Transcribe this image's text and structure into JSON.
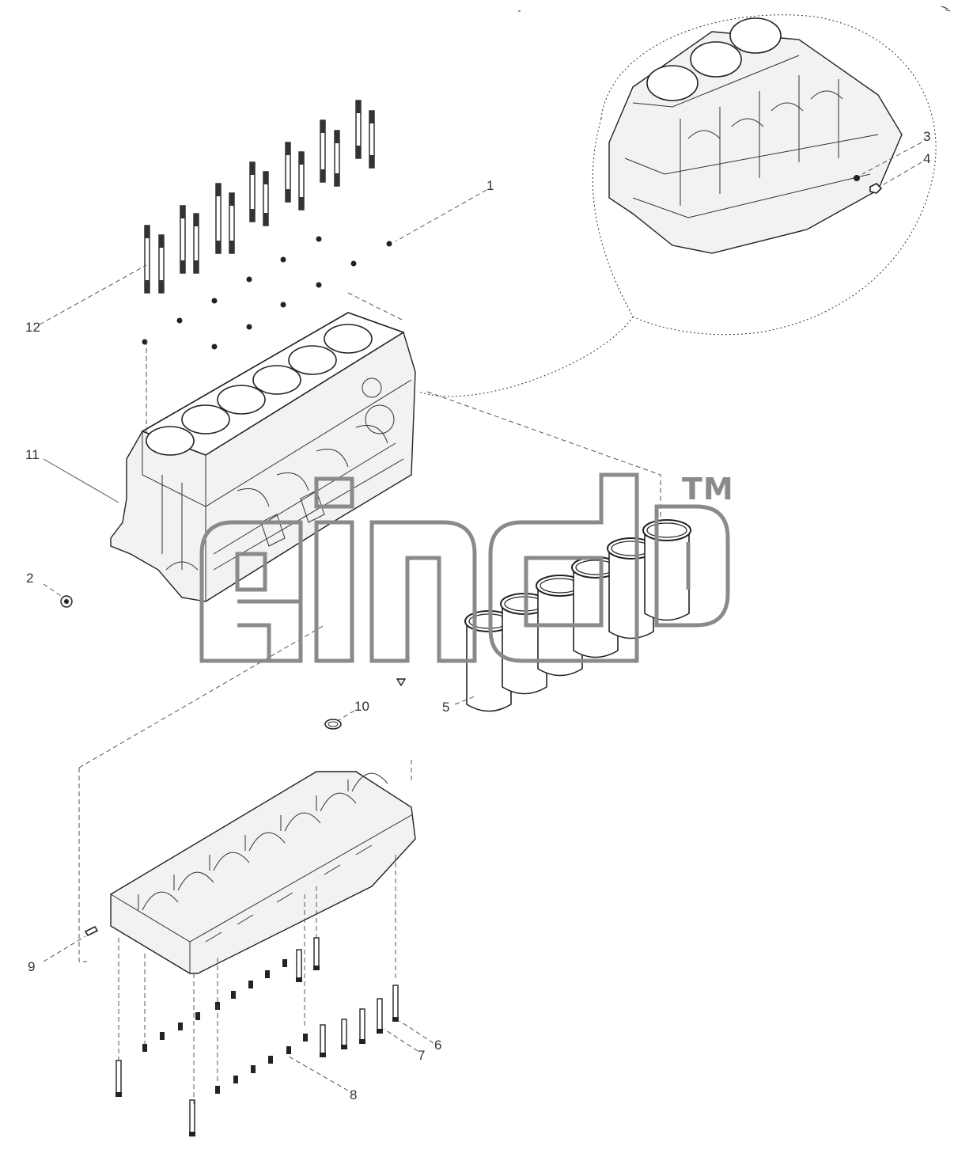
{
  "callouts": {
    "c1": "1",
    "c2": "2",
    "c3": "3",
    "c4": "4",
    "c5": "5",
    "c6": "6",
    "c7": "7",
    "c8": "8",
    "c9": "9",
    "c10": "10",
    "c11": "11",
    "c12": "12"
  },
  "watermark": {
    "tm": "TM"
  },
  "colors": {
    "line": "#222222",
    "watermark": "#8a8a8a",
    "background": "#ffffff"
  }
}
